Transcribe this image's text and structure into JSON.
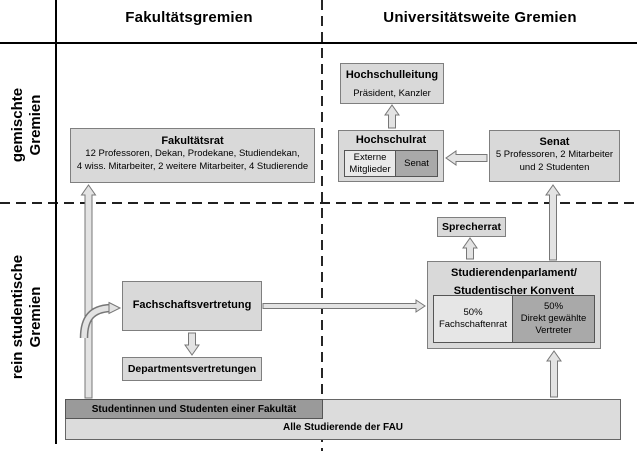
{
  "headers": {
    "left": "Fakultätsgremien",
    "right": "Universitätsweite Gremien"
  },
  "row_labels": {
    "top": {
      "line1": "gemischte",
      "line2": "Gremien"
    },
    "bottom": {
      "line1": "rein studentische",
      "line2": "Gremien"
    }
  },
  "boxes": {
    "fakultaetsrat": {
      "title": "Fakultätsrat",
      "line1": "12 Professoren, Dekan, Prodekane, Studiendekan,",
      "line2": "4 wiss. Mitarbeiter, 2 weitere Mitarbeiter, 4 Studierende"
    },
    "hochschulleitung": {
      "title": "Hochschulleitung",
      "detail": "Präsident, Kanzler"
    },
    "hochschulrat": {
      "title": "Hochschulrat",
      "externe": "Externe Mitglieder",
      "senat": "Senat"
    },
    "senat": {
      "title": "Senat",
      "line1": "5 Professoren, 2 Mitarbeiter",
      "line2": "und 2 Studenten"
    },
    "sprecherrat": {
      "title": "Sprecherrat"
    },
    "parlament": {
      "title1": "Studierendenparlament/",
      "title2": "Studentischer Konvent",
      "left_pct": "50%",
      "left_name": "Fachschaftenrat",
      "right_pct": "50%",
      "right_name": "Direkt gewählte Vertreter"
    },
    "fachschaftsvertretung": {
      "title": "Fachschaftsvertretung"
    },
    "departmentsvertretungen": {
      "title": "Departmentsvertretungen"
    },
    "fakultaet_studenten": {
      "title": "Studentinnen und Studenten einer Fakultät"
    },
    "alle_studierende": {
      "title": "Alle Studierende der FAU"
    }
  },
  "colors": {
    "box_fill": "#d9d9d9",
    "box_fill_light": "#e9e9e9",
    "box_fill_dark": "#a9a9a9",
    "bar_dark": "#9a9a9a",
    "bar_light": "#dcdcdc",
    "line": "#000000",
    "arrow_fill": "#e3e3e3",
    "arrow_stroke": "#777777"
  }
}
